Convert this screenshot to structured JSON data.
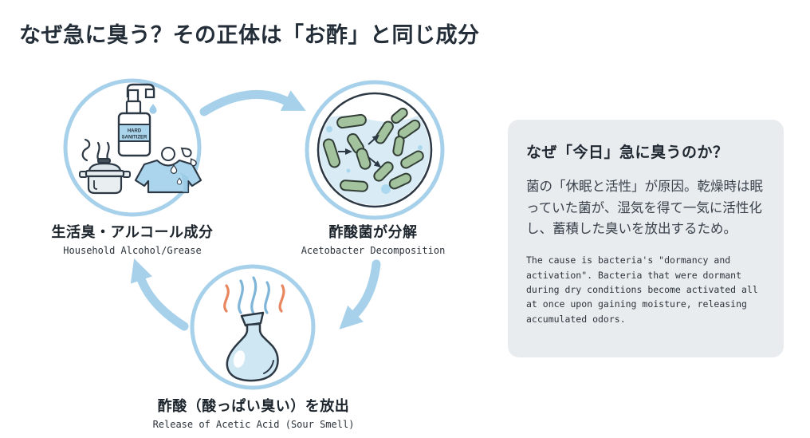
{
  "title": "なぜ急に臭う？その正体は「お酢」と同じ成分",
  "cycle": {
    "step1": {
      "label_ja": "生活臭・アルコール成分",
      "label_en": "Household Alcohol/Grease",
      "bottle_line1": "HARD",
      "bottle_line2": "SANITIZER"
    },
    "step2": {
      "label_ja": "酢酸菌が分解",
      "label_en": "Acetobacter Decomposition"
    },
    "step3": {
      "label_ja": "酢酸（酸っぱい臭い）を放出",
      "label_en": "Release of Acetic Acid (Sour Smell)"
    }
  },
  "panel": {
    "heading": "なぜ「今日」急に臭うのか？",
    "body_ja": "菌の「休眠と活性」が原因。乾燥時は眠っていた菌が、湿気を得て一気に活性化し、蓄積した臭いを放出するため。",
    "body_en": "The cause is bacteria's \"dormancy and activation\". Bacteria that were dormant during dry conditions become activated all at once upon gaining moisture, releasing accumulated odors."
  },
  "colors": {
    "accent_blue": "#a7d1ea",
    "fill_blue": "#abd5ec",
    "bacteria_green": "#a2c39e",
    "smell_orange": "#e8875f",
    "smell_blue": "#7fb5d8",
    "outline_dark": "#2c3844",
    "panel_bg": "#e9ecef",
    "title_color": "#242e39"
  }
}
